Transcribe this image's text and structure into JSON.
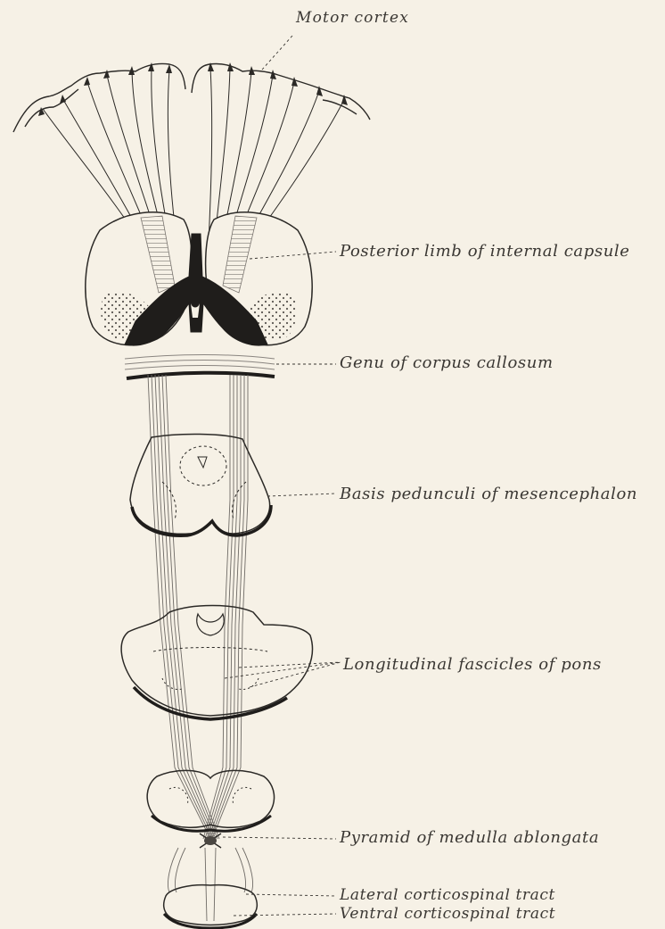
{
  "labels": {
    "motor_cortex": "Motor cortex",
    "internal_capsule": "Posterior limb of internal capsule",
    "corpus_callosum": "Genu of corpus callosum",
    "basis_pedunculi": "Basis pedunculi of mesencephalon",
    "pons": "Longitudinal fascicles of pons",
    "pyramid": "Pyramid of medulla ablongata",
    "lateral_tract": "Lateral corticospinal tract",
    "ventral_tract": "Ventral corticospinal tract"
  },
  "colors": {
    "background": "#f6f1e6",
    "ink": "#2b2926",
    "fiber": "#6f6b66"
  }
}
